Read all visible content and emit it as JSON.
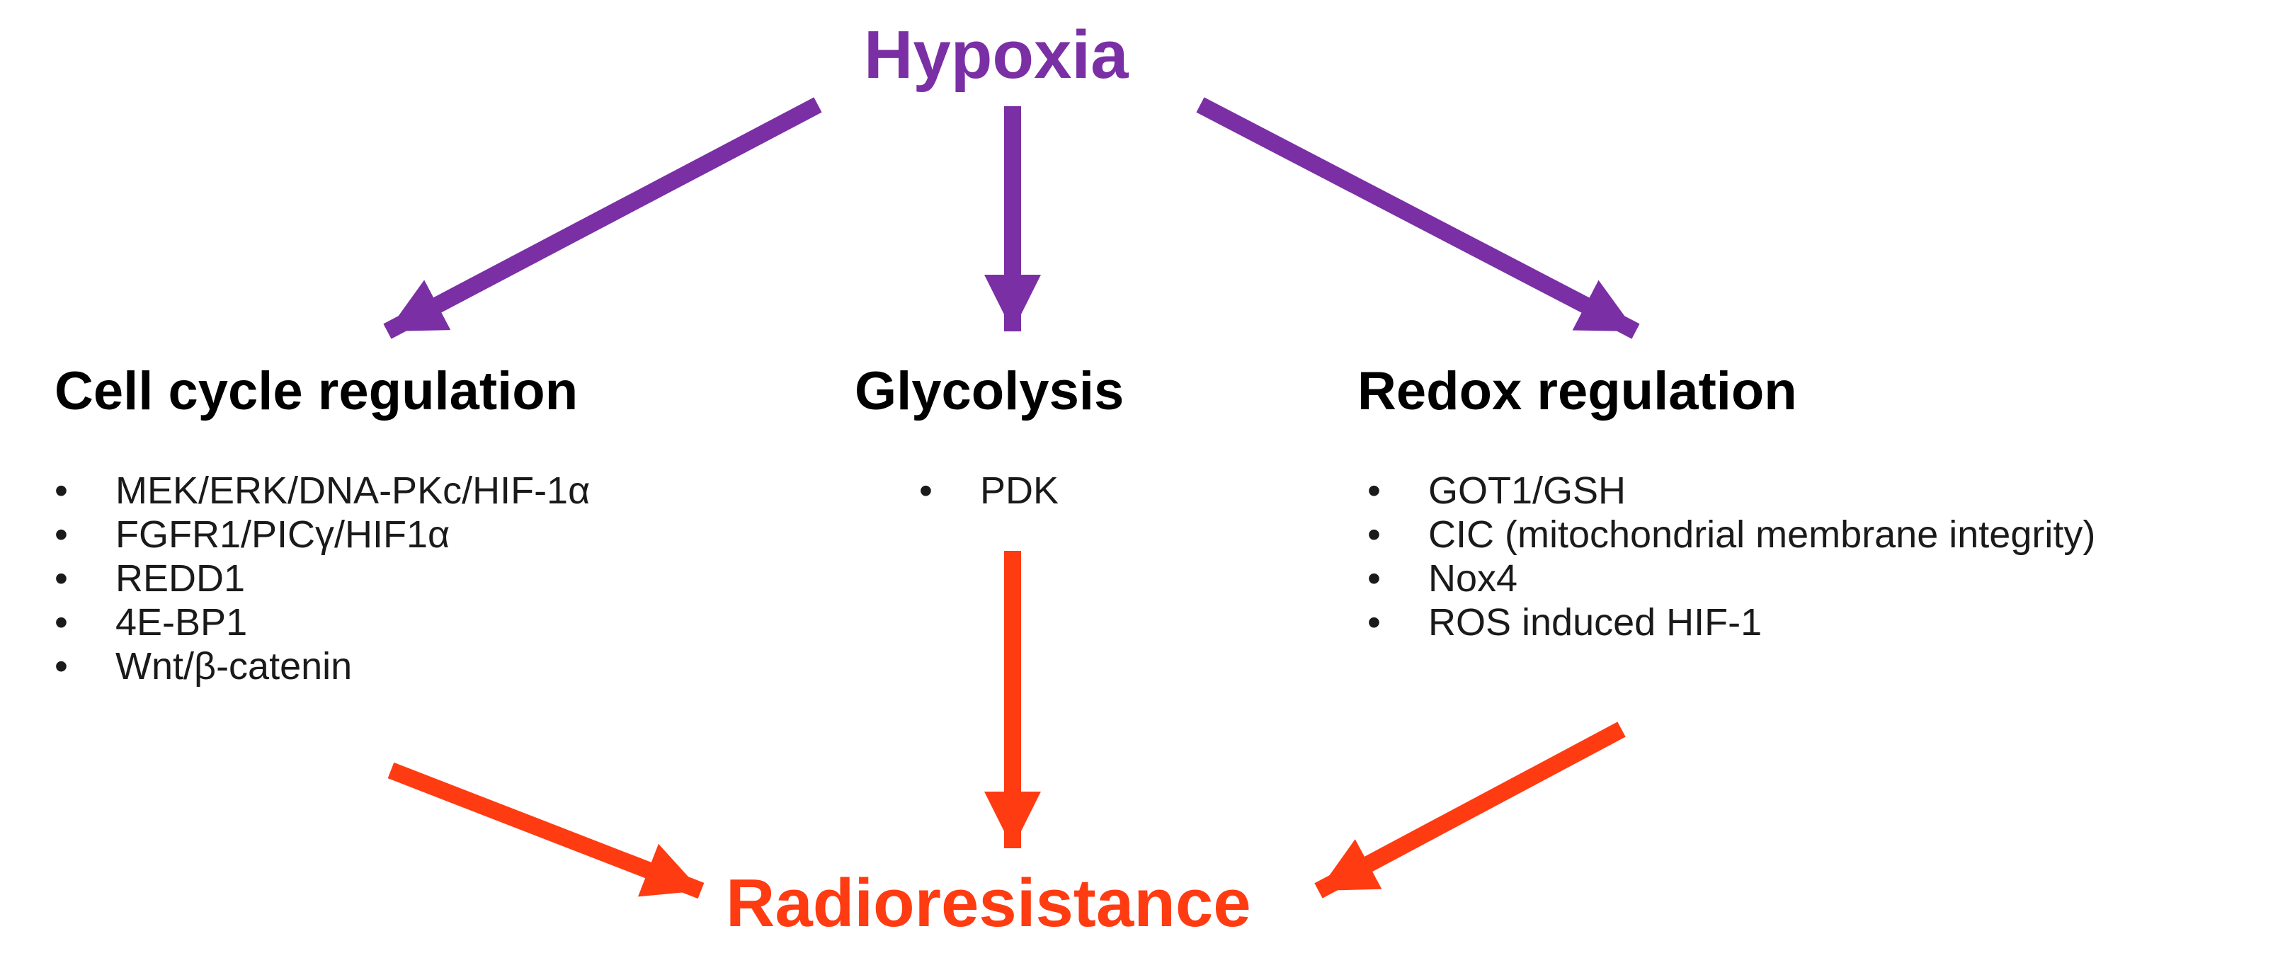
{
  "source": {
    "label": "Hypoxia",
    "color": "#7b2fa5"
  },
  "target": {
    "label": "Radioresistance",
    "color": "#ff3b12"
  },
  "branches": [
    {
      "heading": "Cell cycle regulation",
      "items": [
        "MEK/ERK/DNA-PKc/HIF-1α",
        "FGFR1/PICγ/HIF1α",
        "REDD1",
        "4E-BP1",
        " Wnt/β-catenin"
      ]
    },
    {
      "heading": "Glycolysis",
      "items": [
        "PDK"
      ]
    },
    {
      "heading": "Redox regulation",
      "items": [
        "GOT1/GSH",
        "CIC (mitochondrial membrane integrity)",
        "Nox4",
        "ROS induced HIF-1"
      ]
    }
  ]
}
